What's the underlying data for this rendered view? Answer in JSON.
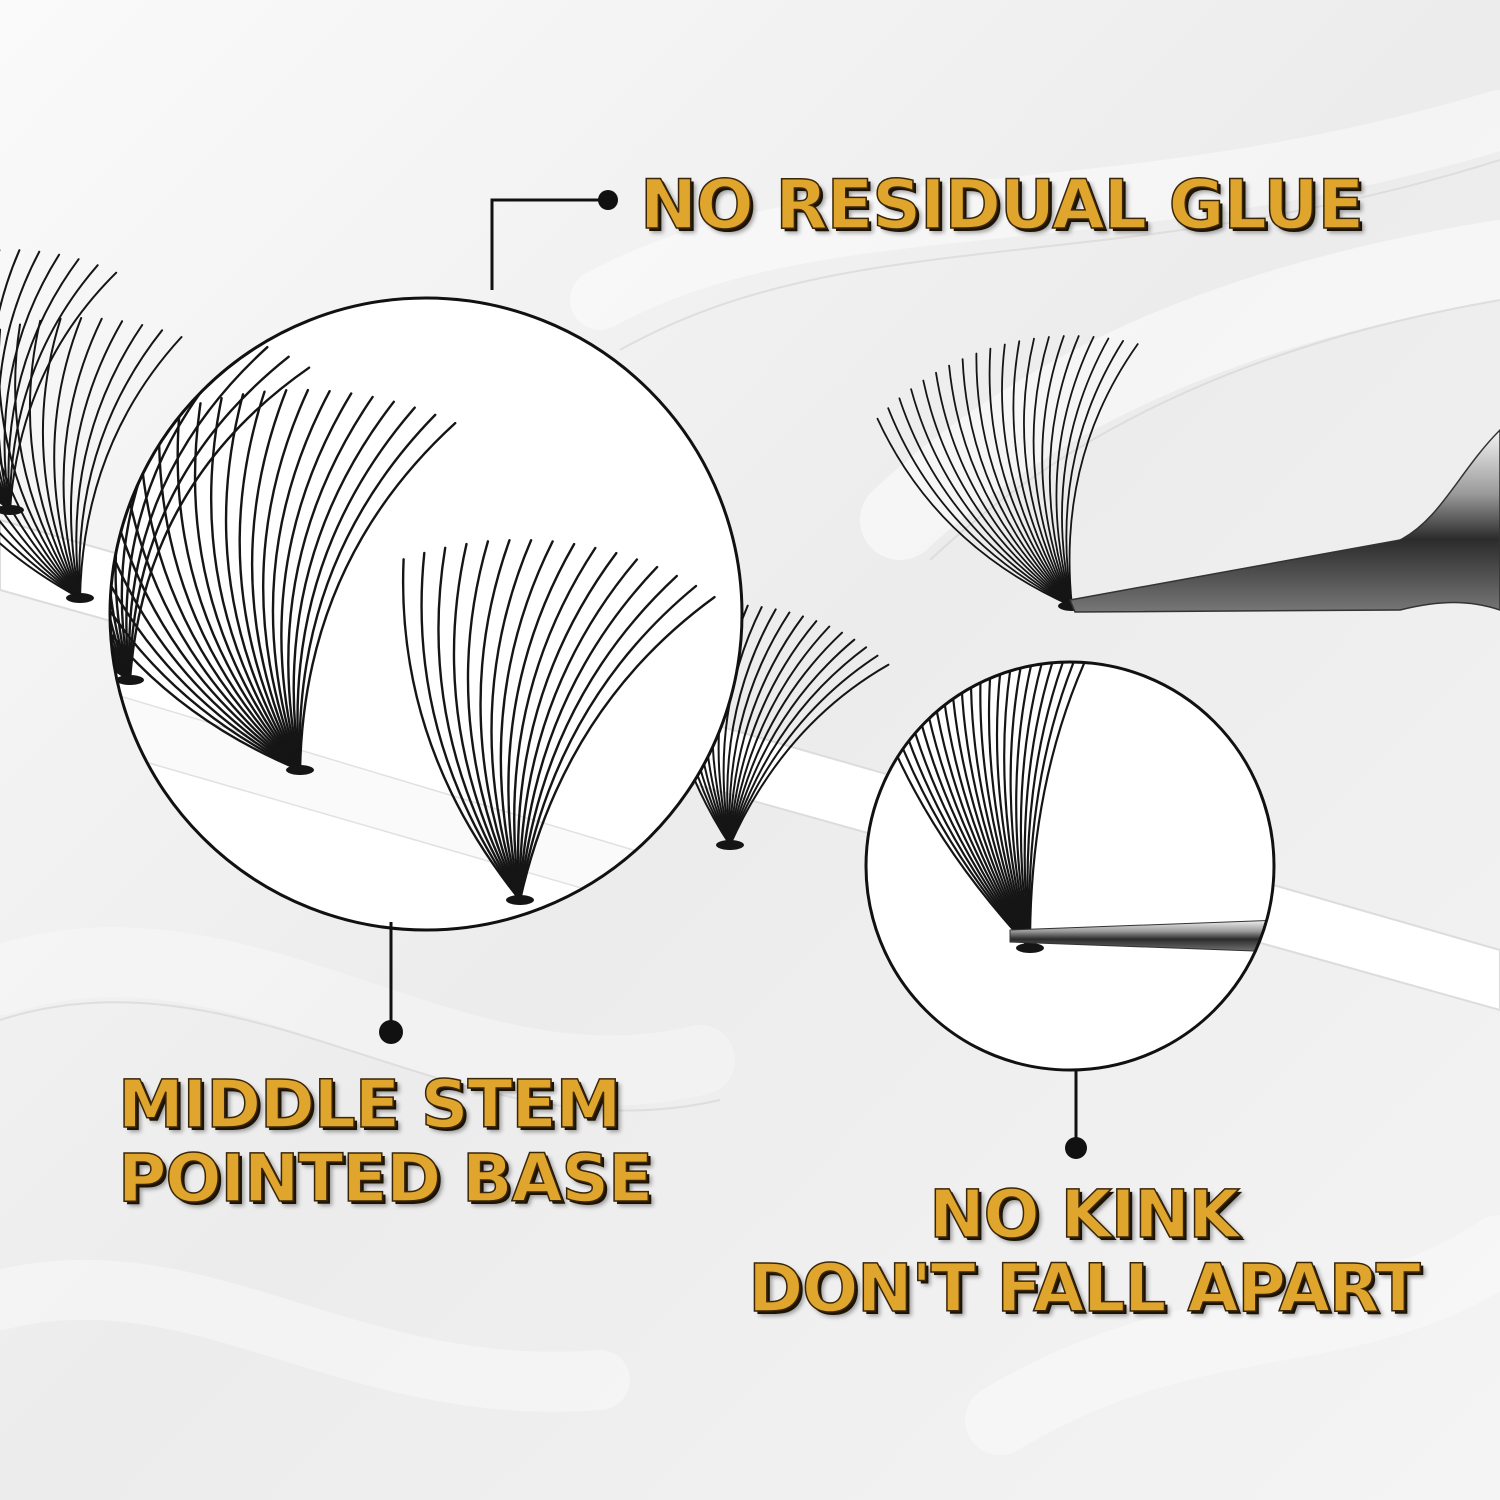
{
  "callouts": {
    "residual_glue": "NO RESIDUAL GLUE",
    "middle_stem": [
      "MIDDLE STEM",
      "POINTED BASE"
    ],
    "no_kink": [
      "NO KINK",
      "DON'T FALL APART"
    ]
  },
  "colors": {
    "background": "#f1f1f1",
    "label_gold": "#e0a52c",
    "label_outline": "#3a2608",
    "lash_black": "#151515",
    "callout_line": "#111111"
  }
}
